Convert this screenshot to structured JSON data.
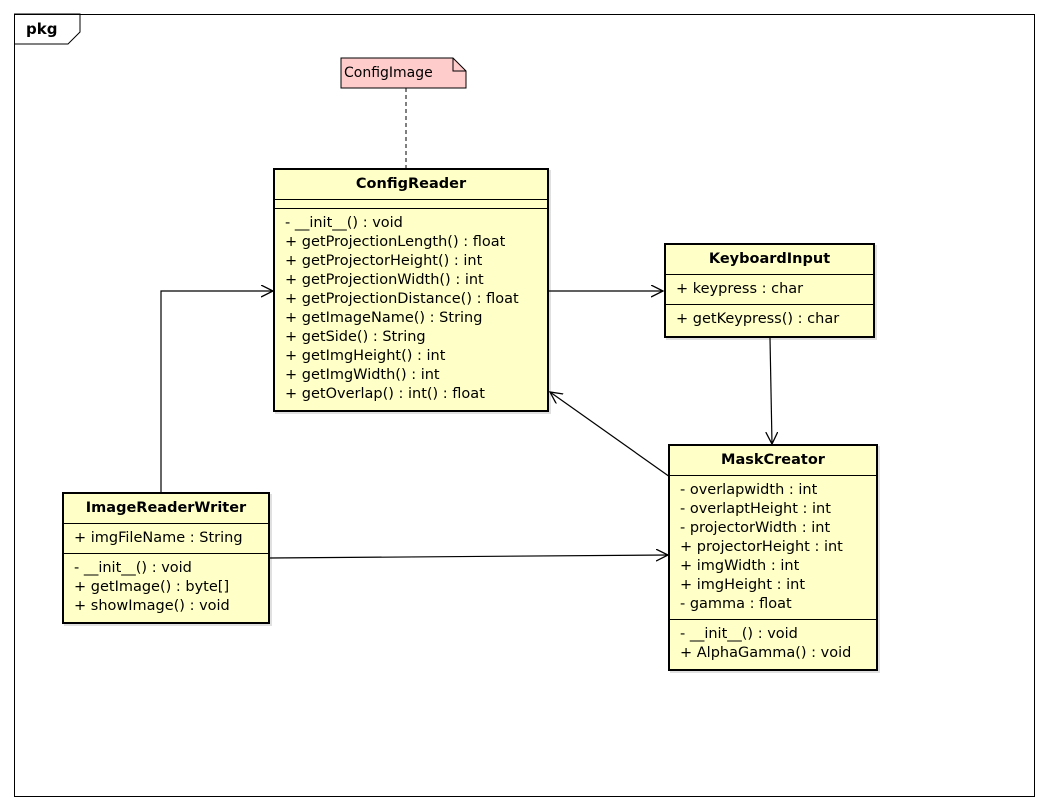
{
  "frame": {
    "label": "pkg"
  },
  "note": {
    "text": "ConfigImage"
  },
  "classes": {
    "config_reader": {
      "name": "ConfigReader",
      "attributes": [],
      "operations": [
        "- __init__() : void",
        "+ getProjectionLength() : float",
        "+ getProjectorHeight() : int",
        "+ getProjectionWidth() : int",
        "+ getProjectionDistance() : float",
        "+ getImageName() : String",
        "+ getSide() : String",
        "+ getImgHeight() : int",
        "+ getImgWidth() : int",
        "+ getOverlap() : int() : float"
      ]
    },
    "keyboard_input": {
      "name": "KeyboardInput",
      "attributes": [
        "+ keypress : char"
      ],
      "operations": [
        "+ getKeypress() : char"
      ]
    },
    "image_reader_writer": {
      "name": "ImageReaderWriter",
      "attributes": [
        "+ imgFileName : String"
      ],
      "operations": [
        "- __init__() : void",
        "+ getImage() : byte[]",
        "+ showImage() : void"
      ]
    },
    "mask_creator": {
      "name": "MaskCreator",
      "attributes": [
        "- overlapwidth : int",
        "- overlaptHeight : int",
        "- projectorWidth : int",
        "+ projectorHeight : int",
        "+ imgWidth : int",
        "+ imgHeight : int",
        "- gamma : float"
      ],
      "operations": [
        "- __init__() : void",
        "+ AlphaGamma() : void"
      ]
    }
  }
}
